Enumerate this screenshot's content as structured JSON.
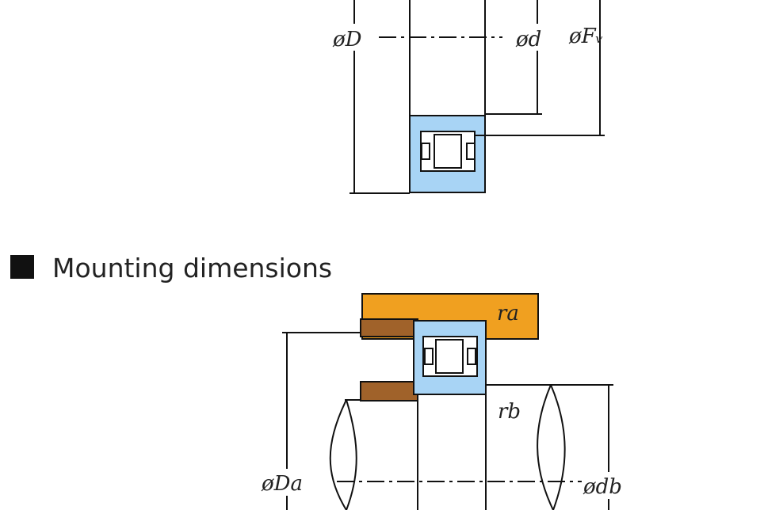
{
  "section_heading": "Mounting dimensions",
  "labels": {
    "outer_diameter": "øD",
    "bore_diameter": "ød",
    "roller_diameter": "øFᵥ",
    "housing_fillet": "ra",
    "shaft_fillet": "rb",
    "housing_abutment": "øDa",
    "shaft_abutment": "ødb"
  },
  "colors": {
    "ring": "#a8d4f5",
    "housing": "#f0a020",
    "shoulder": "#a0622a",
    "line": "#111111"
  },
  "icons": {
    "bullet": "square-bullet-icon"
  }
}
